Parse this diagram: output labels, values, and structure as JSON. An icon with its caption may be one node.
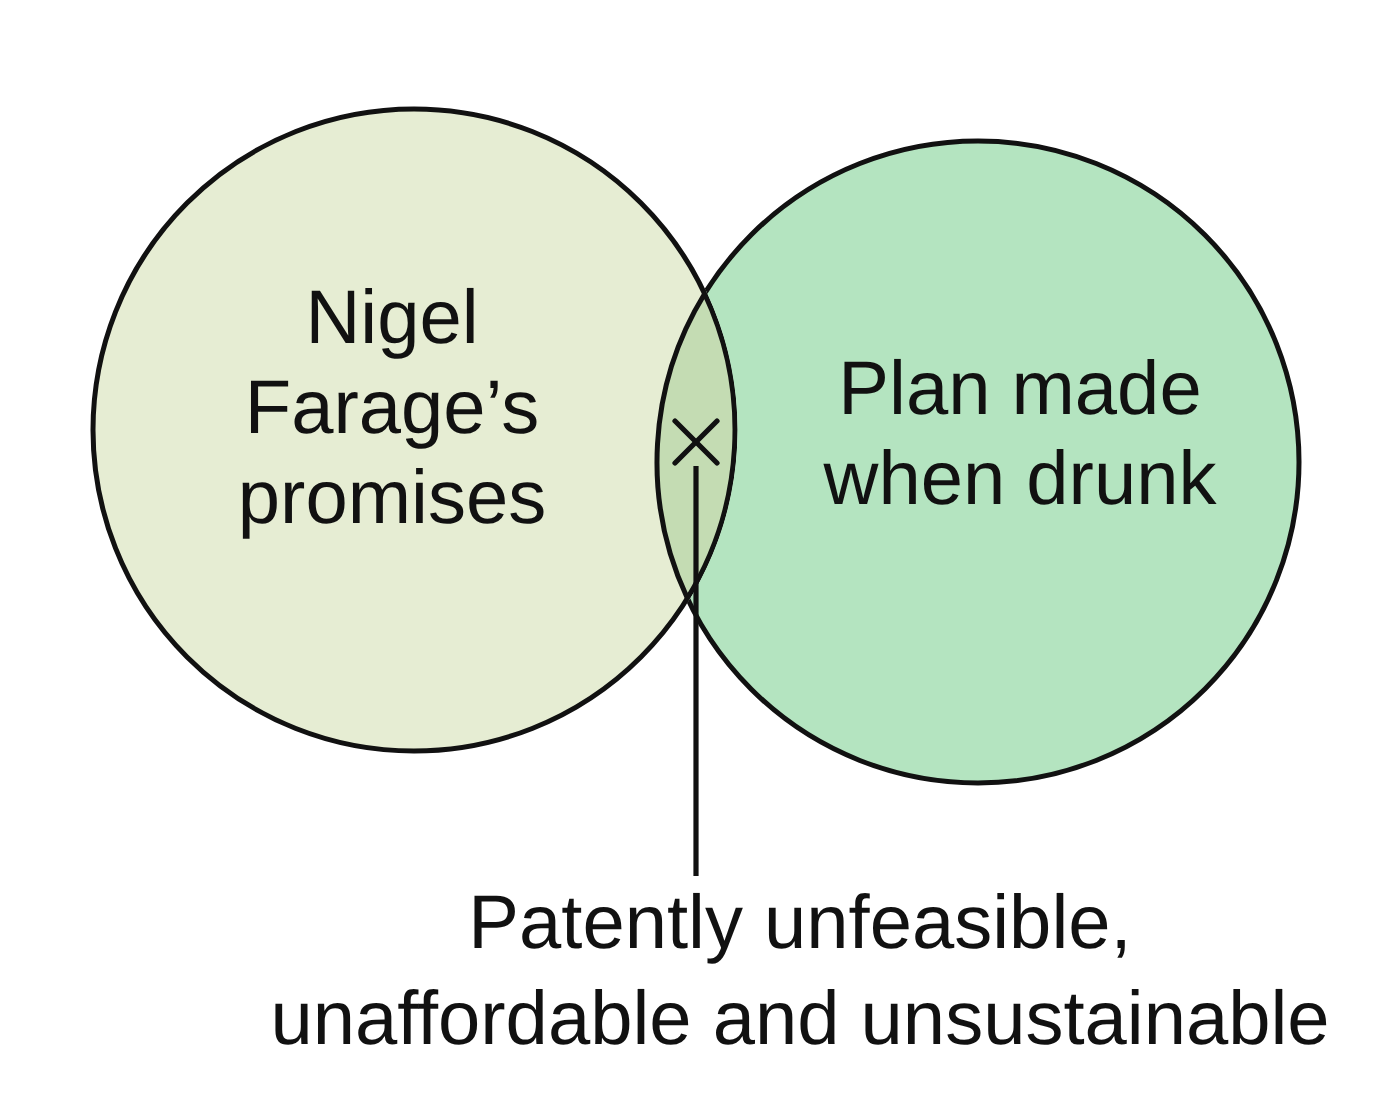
{
  "diagram": {
    "nodes": [
      {
        "text": [
          "Nigel Farage’s promises"
        ]
      },
      {
        "text": [
          "Plan made when drunk"
        ]
      },
      {
        "text": [
          "Patently unfeasible, unaffordable and unsustainable"
        ]
      },
      {
        "text": [],
        "shape": "cross"
      }
    ],
    "edges": [
      {
        "from": 2,
        "to": 3,
        "arrow": "none"
      }
    ]
  }
}
